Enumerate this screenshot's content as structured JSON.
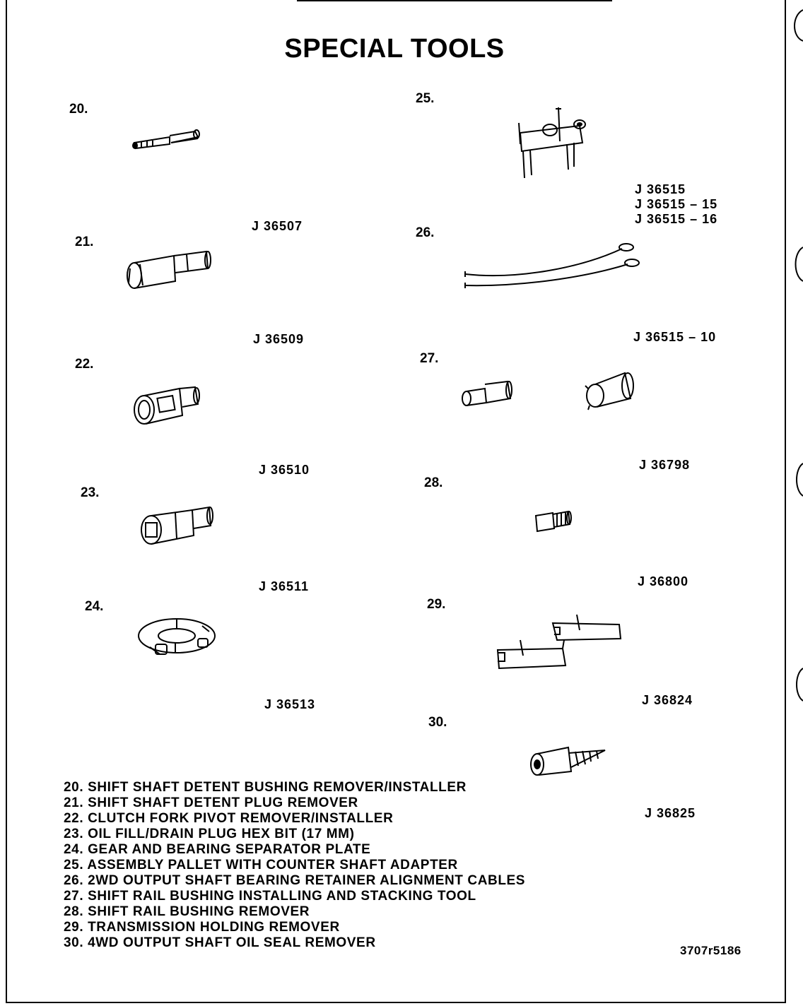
{
  "title": "SPECIAL TOOLS",
  "tools": [
    {
      "num": "20.",
      "code": ""
    },
    {
      "num": "21.",
      "code": "J 36507"
    },
    {
      "num": "22.",
      "code": "J 36509"
    },
    {
      "num": "23.",
      "code": "J 36510"
    },
    {
      "num": "24.",
      "code": "J 36511"
    },
    {
      "num": "25.",
      "code": ""
    },
    {
      "num": "26.",
      "code": "J 36515\nJ 36515 – 15\nJ 36515 – 16"
    },
    {
      "num": "27.",
      "code": "J 36515 – 10"
    },
    {
      "num": "28.",
      "code": "J 36798"
    },
    {
      "num": "29.",
      "code": "J 36800"
    },
    {
      "num": "30.",
      "code": "J 36824"
    }
  ],
  "code_after_30": "J 36825",
  "code_after_24": "J 36513",
  "legend": [
    "20. SHIFT SHAFT DETENT BUSHING REMOVER/INSTALLER",
    "21. SHIFT SHAFT DETENT PLUG REMOVER",
    "22. CLUTCH FORK PIVOT REMOVER/INSTALLER",
    "23. OIL FILL/DRAIN PLUG HEX BIT (17 MM)",
    "24. GEAR AND BEARING SEPARATOR PLATE",
    "25. ASSEMBLY PALLET WITH COUNTER SHAFT ADAPTER",
    "26. 2WD OUTPUT SHAFT BEARING RETAINER ALIGNMENT CABLES",
    "27. SHIFT RAIL BUSHING INSTALLING AND STACKING TOOL",
    "28. SHIFT RAIL BUSHING REMOVER",
    "29. TRANSMISSION HOLDING REMOVER",
    "30. 4WD OUTPUT SHAFT OIL SEAL REMOVER"
  ],
  "doc_id": "3707r5186"
}
